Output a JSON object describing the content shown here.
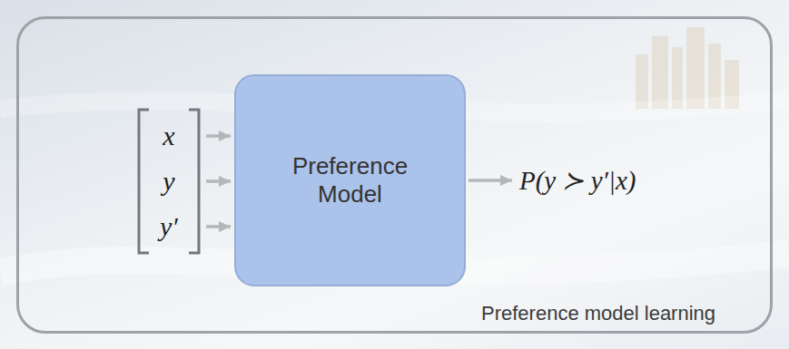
{
  "diagram": {
    "nodes": [
      {
        "text": [
          "Preference model learning"
        ]
      },
      {
        "text": [
          "x",
          "y",
          "y′"
        ],
        "in": 0
      },
      {
        "text": [
          "Preference Model"
        ],
        "in": 0
      },
      {
        "text": [
          "P(y ≻ y′|x)"
        ],
        "in": 0
      }
    ],
    "edges": [
      {
        "from": 1,
        "to": 2,
        "arrow": "to"
      },
      {
        "from": 1,
        "to": 2,
        "arrow": "to"
      },
      {
        "from": 1,
        "to": 2,
        "arrow": "to"
      },
      {
        "from": 2,
        "to": 3,
        "arrow": "to"
      }
    ]
  }
}
